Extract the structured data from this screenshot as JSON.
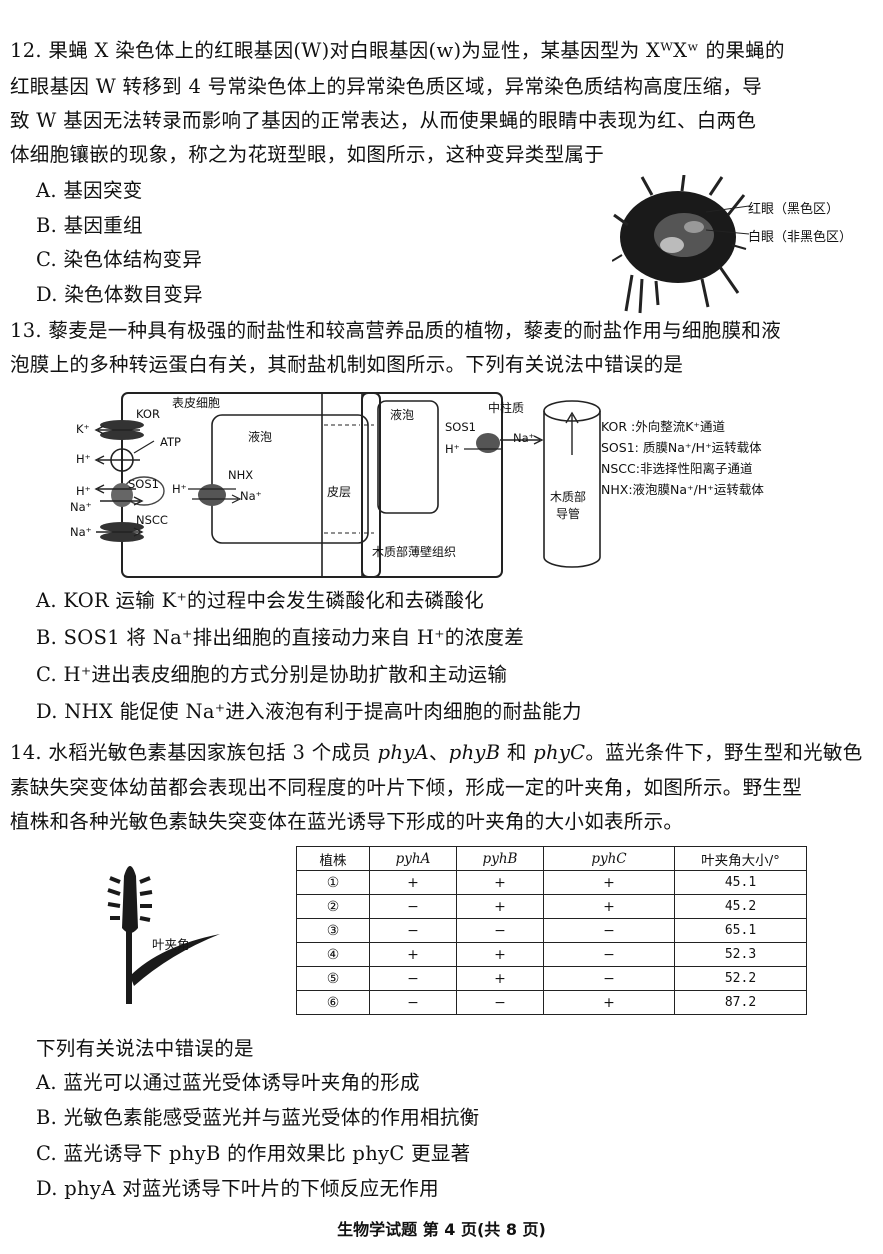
{
  "q12": {
    "lines": [
      "12. 果蝇 X 染色体上的红眼基因(W)对白眼基因(w)为显性，某基因型为 XᵂXʷ 的果蝇的",
      "红眼基因 W 转移到 4 号常染色体上的异常染色质区域，异常染色质结构高度压缩，导",
      "致 W 基因无法转录而影响了基因的正常表达，从而使果蝇的眼睛中表现为红、白两色",
      "体细胞镶嵌的现象，称之为花斑型眼，如图所示，这种变异类型属于"
    ],
    "options": [
      "A. 基因突变",
      "B. 基因重组",
      "C. 染色体结构变异",
      "D. 染色体数目变异"
    ],
    "figure_labels": [
      "红眼（黑色区）",
      "白眼（非黑色区）"
    ]
  },
  "q13": {
    "lines": [
      "13. 藜麦是一种具有极强的耐盐性和较高营养品质的植物，藜麦的耐盐作用与细胞膜和液",
      "泡膜上的多种转运蛋白有关，其耐盐机制如图所示。下列有关说法中错误的是"
    ],
    "diagram": {
      "epidermal_cell": "表皮细胞",
      "vacuole1": "液泡",
      "cortex": "皮层",
      "vacuole2": "液泡",
      "parenchyma": "木质部薄壁组织",
      "stele": "中柱质",
      "xylem_vessel_1": "木质部",
      "xylem_vessel_2": "导管",
      "kor": "KOR",
      "atp": "ATP",
      "sos1": "SOS1",
      "nhx": "NHX",
      "nscc": "NSCC",
      "k_plus": "K⁺",
      "h_plus": "H⁺",
      "na_plus": "Na⁺",
      "legend": [
        "KOR :外向整流K⁺通道",
        "SOS1: 质膜Na⁺/H⁺运转载体",
        "NSCC:非选择性阳离子通道",
        "NHX:液泡膜Na⁺/H⁺运转载体"
      ]
    },
    "options": [
      "A. KOR 运输 K⁺的过程中会发生磷酸化和去磷酸化",
      "B. SOS1 将 Na⁺排出细胞的直接动力来自 H⁺的浓度差",
      "C. H⁺进出表皮细胞的方式分别是协助扩散和主动运输",
      "D. NHX 能促使 Na⁺进入液泡有利于提高叶肉细胞的耐盐能力"
    ]
  },
  "q14": {
    "line1_prefix": "14. 水稻光敏色素基因家族包括 3 个成员 ",
    "gene_a": "phyA",
    "sep1": "、",
    "gene_b": "phyB",
    "sep2": " 和 ",
    "gene_c": "phyC",
    "line1_suffix": "。蓝光条件下，野生型和光敏色",
    "lines_rest": [
      "素缺失突变体幼苗都会表现出不同程度的叶片下倾，形成一定的叶夹角，如图所示。野生型",
      "植株和各种光敏色素缺失突变体在蓝光诱导下形成的叶夹角的大小如表所示。"
    ],
    "figure_label": "叶夹角",
    "table": {
      "headers": [
        "植株",
        "pyhA",
        "pyhB",
        "pyhC",
        "叶夹角大小/°"
      ],
      "rows": [
        [
          "①",
          "+",
          "+",
          "+",
          "45.1"
        ],
        [
          "②",
          "−",
          "+",
          "+",
          "45.2"
        ],
        [
          "③",
          "−",
          "−",
          "−",
          "65.1"
        ],
        [
          "④",
          "+",
          "+",
          "−",
          "52.3"
        ],
        [
          "⑤",
          "−",
          "+",
          "−",
          "52.2"
        ],
        [
          "⑥",
          "−",
          "−",
          "+",
          "87.2"
        ]
      ]
    },
    "stem": "下列有关说法中错误的是",
    "options": [
      "A. 蓝光可以通过蓝光受体诱导叶夹角的形成",
      "B. 光敏色素能感受蓝光并与蓝光受体的作用相抗衡",
      "C. 蓝光诱导下 phyB 的作用效果比 phyC 更显著",
      "D. phyA 对蓝光诱导下叶片的下倾反应无作用"
    ]
  },
  "footer": "生物学试题 第 4 页(共 8 页)"
}
